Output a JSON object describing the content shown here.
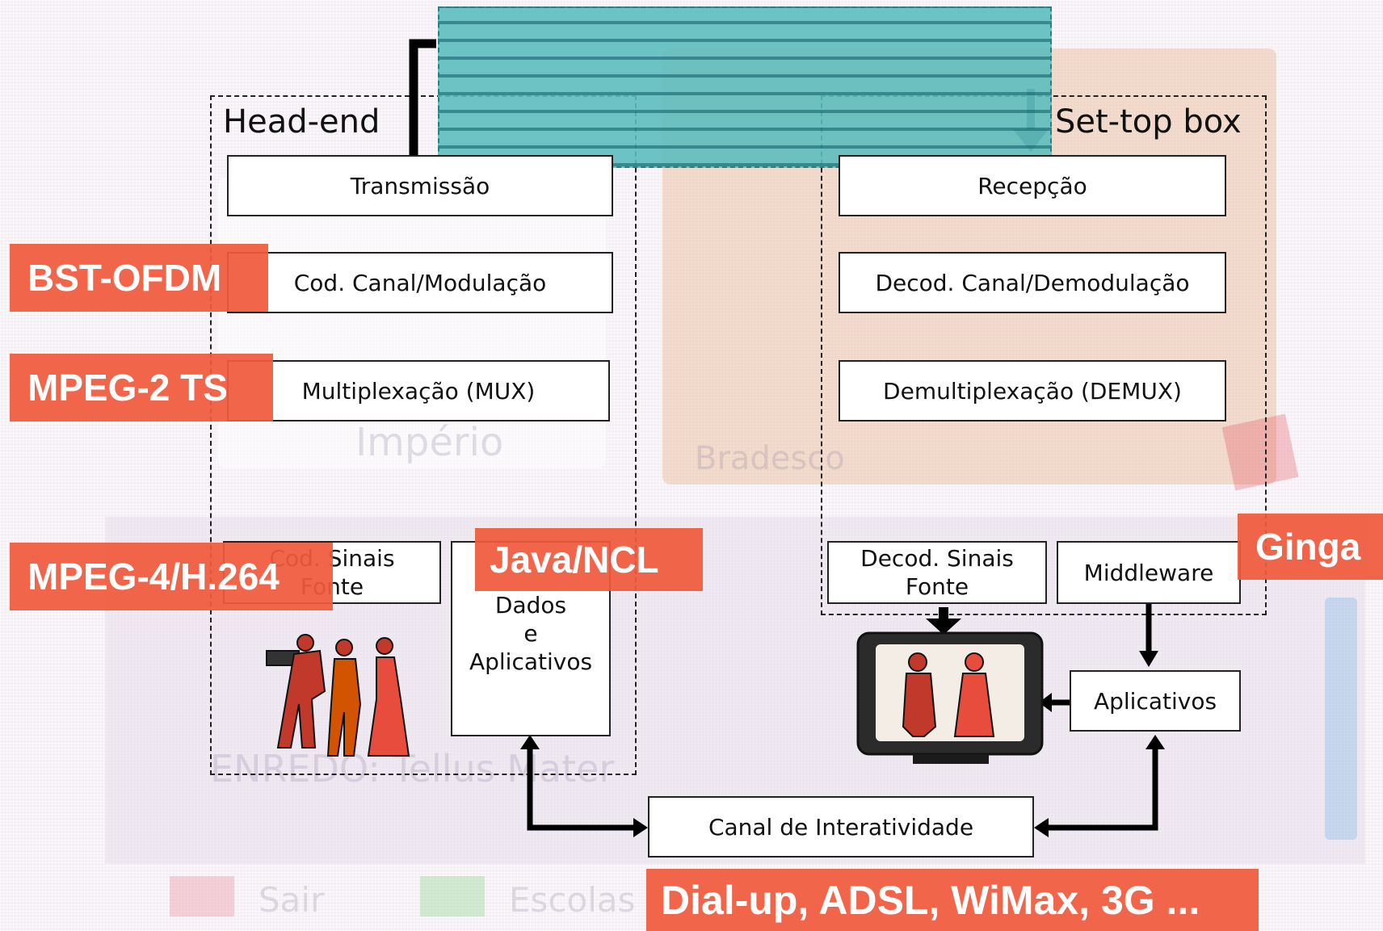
{
  "colors": {
    "tag_bg": "#f05a3c",
    "tag_text": "#ffffff",
    "box_border": "#222222",
    "title_overlay": "#3caaaa"
  },
  "head_end": {
    "label": "Head-end",
    "blocks": {
      "transmission": "Transmissão",
      "channel_coding": "Cod. Canal/Modulação",
      "multiplexing": "Multiplexação (MUX)",
      "source_coding": [
        "Cod. Sinais",
        "Fonte"
      ],
      "data_apps": [
        "Dados",
        "e",
        "Aplicativos"
      ]
    }
  },
  "set_top_box": {
    "label": "Set-top box",
    "blocks": {
      "reception": "Recepção",
      "channel_decoding": "Decod. Canal/Demodulação",
      "demultiplexing": "Demultiplexação (DEMUX)",
      "source_decoding": [
        "Decod. Sinais",
        "Fonte"
      ],
      "middleware": "Middleware"
    }
  },
  "applications": "Aplicativos",
  "interactivity_channel": "Canal de Interatividade",
  "tags": {
    "bst_ofdm": "BST-OFDM",
    "mpeg2_ts": "MPEG-2 TS",
    "mpeg4": "MPEG-4/H.264",
    "java_ncl": "Java/NCL",
    "ginga": "Ginga",
    "return_channel": "Dial-up, ADSL, WiMax, 3G ..."
  },
  "icons": {
    "camera_crew": "camera-crew-illustration-icon",
    "tv": "television-set-icon"
  }
}
